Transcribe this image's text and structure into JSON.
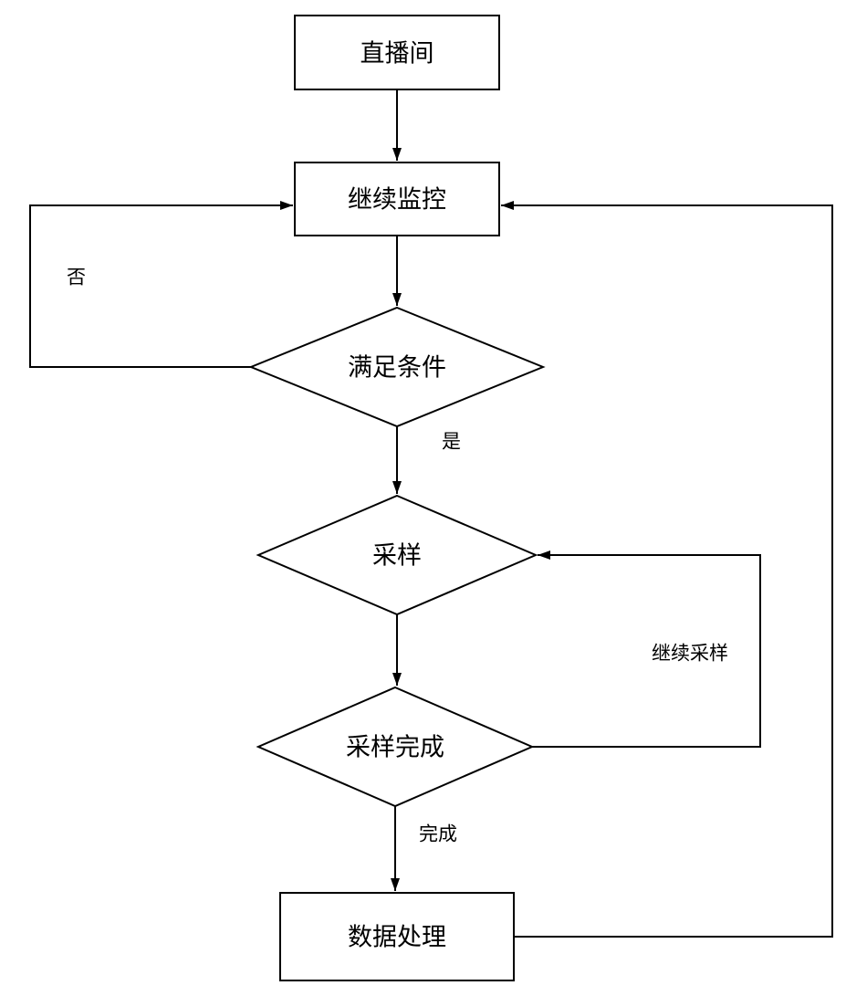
{
  "diagram": {
    "type": "flowchart",
    "background_color": "#ffffff",
    "stroke_color": "#000000",
    "text_color": "#000000",
    "nodes": {
      "live_room": {
        "label": "直播间",
        "shape": "rectangle"
      },
      "continue_monitor": {
        "label": "继续监控",
        "shape": "rectangle"
      },
      "condition_met": {
        "label": "满足条件",
        "shape": "diamond"
      },
      "sampling": {
        "label": "采样",
        "shape": "diamond"
      },
      "sampling_complete": {
        "label": "采样完成",
        "shape": "diamond"
      },
      "data_processing": {
        "label": "数据处理",
        "shape": "rectangle"
      }
    },
    "edges": [
      {
        "from": "live_room",
        "to": "continue_monitor",
        "label": ""
      },
      {
        "from": "continue_monitor",
        "to": "condition_met",
        "label": ""
      },
      {
        "from": "condition_met",
        "to": "continue_monitor",
        "label": "否"
      },
      {
        "from": "condition_met",
        "to": "sampling",
        "label": "是"
      },
      {
        "from": "sampling",
        "to": "sampling_complete",
        "label": ""
      },
      {
        "from": "sampling_complete",
        "to": "sampling",
        "label": "继续采样"
      },
      {
        "from": "sampling_complete",
        "to": "data_processing",
        "label": "完成"
      },
      {
        "from": "data_processing",
        "to": "continue_monitor",
        "label": ""
      }
    ]
  }
}
